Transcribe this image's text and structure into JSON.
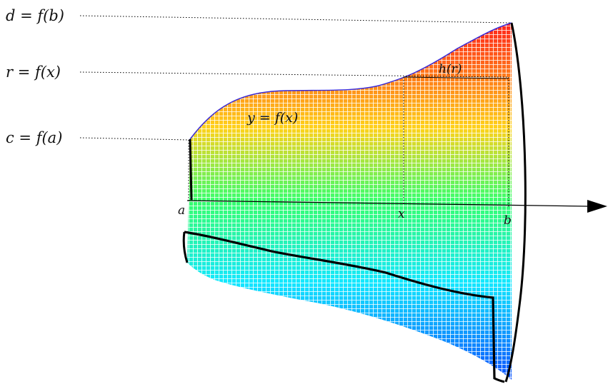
{
  "labels": {
    "d_eq": "d = f(b)",
    "r_eq": "r = f(x)",
    "c_eq": "c = f(a)",
    "curve_eq": "y = f(x)",
    "h_of_r": "h(r)",
    "a": "a",
    "x": "x",
    "b": "b"
  },
  "colors": {
    "gradient_top": "#ff1a1a",
    "gradient_upper": "#ffd21a",
    "gradient_mid": "#36ff6e",
    "gradient_lower": "#13e8ff",
    "gradient_bottom": "#0a47ff",
    "outline": "#000000",
    "edge_blue": "#3a2bd8"
  }
}
